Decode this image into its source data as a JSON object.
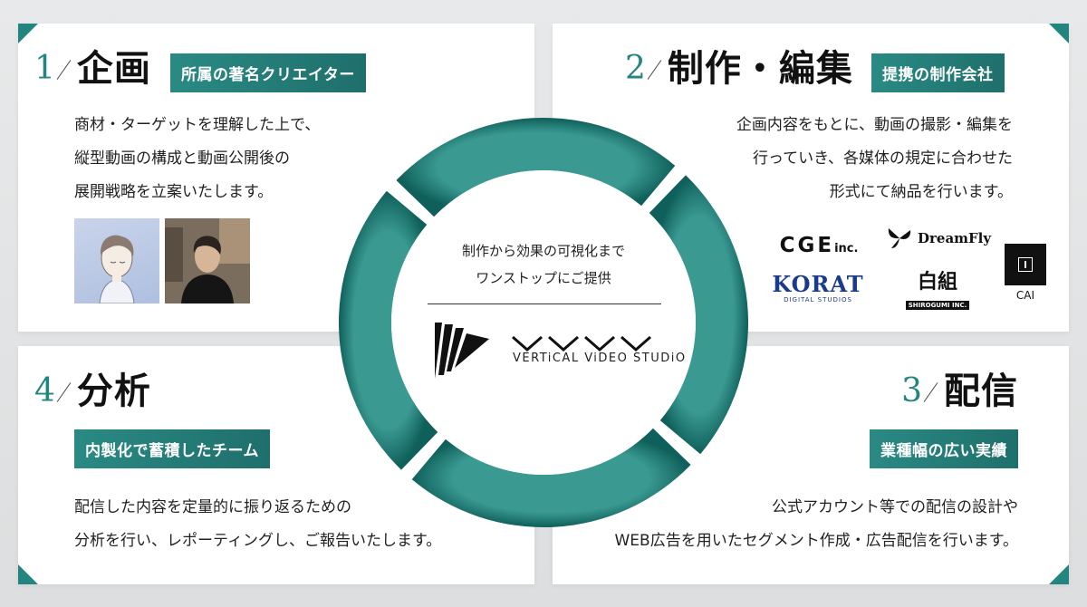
{
  "steps": {
    "s1": {
      "num": "1",
      "title": "企画",
      "badge": "所属の著名クリエイター",
      "lines": [
        "商材・ターゲットを理解した上で、",
        "縦型動画の構成と動画公開後の",
        "展開戦略を立案いたします。"
      ]
    },
    "s2": {
      "num": "2",
      "title": "制作・編集",
      "badge": "提携の制作会社",
      "lines": [
        "企画内容をもとに、動画の撮影・編集を",
        "行っていき、各媒体の規定に合わせた",
        "形式にて納品を行います。"
      ]
    },
    "s3": {
      "num": "3",
      "title": "配信",
      "badge": "業種幅の広い実績",
      "lines": [
        "公式アカウント等での配信の設計や",
        "WEB広告を用いたセグメント作成・広告配信を行います。"
      ]
    },
    "s4": {
      "num": "4",
      "title": "分析",
      "badge": "内製化で蓄積したチーム",
      "lines": [
        "配信した内容を定量的に振り返るための",
        "分析を行い、レポーティングし、ご報告いたします。"
      ]
    }
  },
  "logos": {
    "cge": {
      "main": "CGE",
      "suffix": "inc."
    },
    "dreamfly": {
      "main": "DreamFly"
    },
    "korat": {
      "main": "KORAT",
      "sub": "DIGITAL STUDIOS"
    },
    "shirogumi": {
      "main": "白組",
      "sub": "SHIROGUMI INC."
    },
    "cai": {
      "main": "CAI"
    }
  },
  "center": {
    "line1": "制作から効果の可視化まで",
    "line2": "ワンストップにご提供",
    "brand": "VERTiCAL ViDEO STUDiO"
  },
  "colors": {
    "accent": "#23857f",
    "badge_dark": "#1f6f6c",
    "ring_light": "#3a9a92",
    "ring_dark": "#0f5f5a"
  }
}
